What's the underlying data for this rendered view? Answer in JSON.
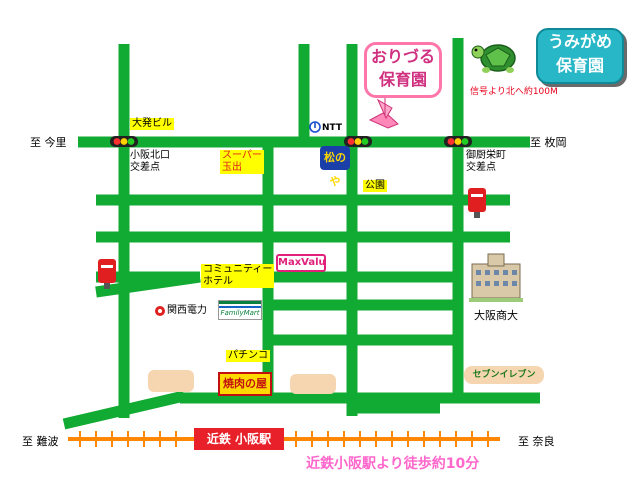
{
  "map": {
    "directions": {
      "west_top": "至 今里",
      "east_top": "至 枚岡",
      "west_bottom": "至 難波",
      "east_bottom": "至 奈良"
    },
    "intersections": {
      "kosaka_kitaguchi": "小阪北口\n交差点",
      "mikuriya_sakae": "御厨栄町\n交差点"
    },
    "landmarks": {
      "taihatsu": "大発ビル",
      "ntt": "NTT",
      "super_tamade": "スーパー\n玉出",
      "matsunoya": "松のや",
      "park": "公園",
      "community_hotel": "コミュニティー\nホテル",
      "maxvalu": "MaxValu",
      "kansai_electric": "関西電力",
      "familymart": "FamilyMart",
      "pachinko": "パチンコ",
      "yosaku": "焼肉の屋",
      "seven_eleven": "セブンイレブン",
      "osaka_shodai": "大阪商大"
    },
    "orizuru": {
      "line1": "おりづる",
      "line2": "保育園"
    },
    "umigame": {
      "line1": "うみがめ",
      "line2": "保育園"
    },
    "umigame_note": "信号より北へ約100M",
    "station": "近鉄 小阪駅",
    "walk_note": "近鉄小阪駅より徒歩約10分",
    "colors": {
      "road": "#11aa33",
      "rail": "#ff8800",
      "station_bg": "#e8202a",
      "label_yellow": "#ffff00",
      "note_red": "#e8001c",
      "walk_pink": "#ff66cc",
      "orizuru_pink": "#ff77aa",
      "umigame_teal": "#27b7c7"
    },
    "icons": [
      "traffic-light-icon",
      "postbox-icon",
      "turtle-icon",
      "paper-crane-icon",
      "building-icon",
      "ntt-logo-icon",
      "kepco-logo-icon"
    ]
  }
}
